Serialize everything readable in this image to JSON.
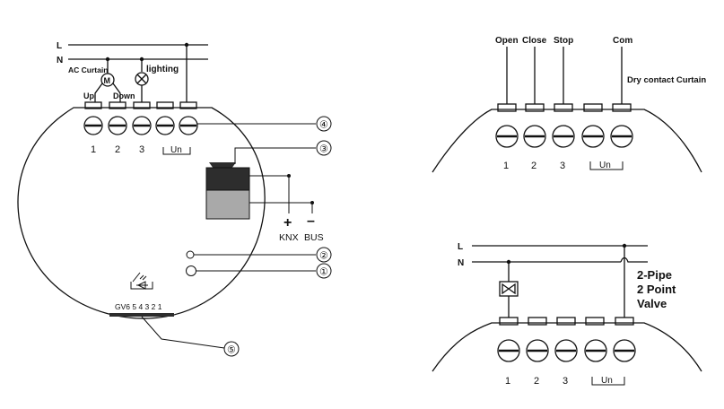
{
  "left_module": {
    "line_L": "L",
    "line_N": "N",
    "ac_curtain": "AC Curtain",
    "motor_symbol": "M",
    "up": "Up",
    "down": "Down",
    "lighting": "lighting",
    "terminals": [
      "1",
      "2",
      "3"
    ],
    "un_label": "Un",
    "knx": "KNX",
    "bus": "BUS",
    "plus": "+",
    "minus": "–",
    "gv_label": "GV6 5 4 3 2 1",
    "callouts": [
      "①",
      "②",
      "③",
      "④",
      "⑤"
    ]
  },
  "top_right_module": {
    "open": "Open",
    "close": "Close",
    "stop": "Stop",
    "com": "Com",
    "dry_contact": "Dry contact Curtain",
    "terminals": [
      "1",
      "2",
      "3"
    ],
    "un_label": "Un"
  },
  "bottom_right_module": {
    "line_L": "L",
    "line_N": "N",
    "valve_line1": "2-Pipe",
    "valve_line2": "2 Point",
    "valve_line3": "Valve",
    "terminals": [
      "1",
      "2",
      "3"
    ],
    "un_label": "Un"
  },
  "colors": {
    "dark_block": "#2d2d2d",
    "light_block": "#a9a9a9",
    "stroke": "#111111"
  }
}
